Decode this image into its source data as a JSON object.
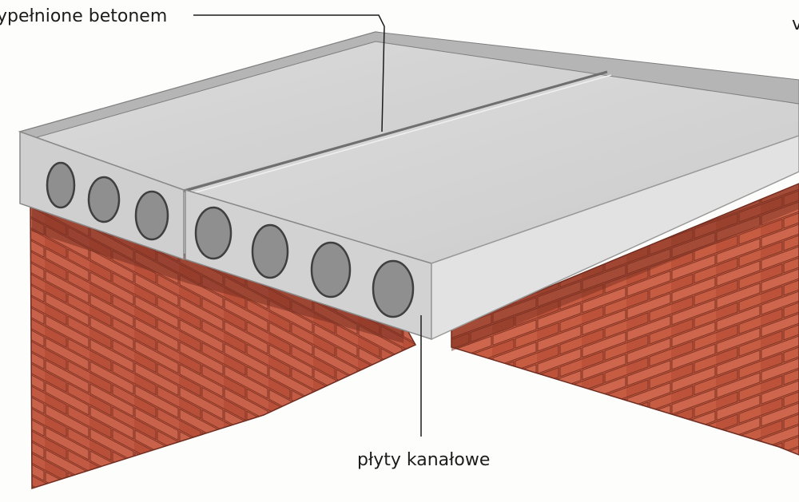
{
  "labels": {
    "joint_fill": "ypełnione betonem",
    "right_cut": "v",
    "hollow_slabs": "płyty kanałowe"
  },
  "colors": {
    "brick": "#c1573f",
    "brick_dark": "#8a3a2a",
    "mortar": "#e9c9b8",
    "concrete_top": "#d6d6d6",
    "concrete_face": "#cfcfcf",
    "concrete_edge": "#9e9e9e",
    "hole": "#8f8f8f",
    "ink": "#1c1c1c"
  }
}
